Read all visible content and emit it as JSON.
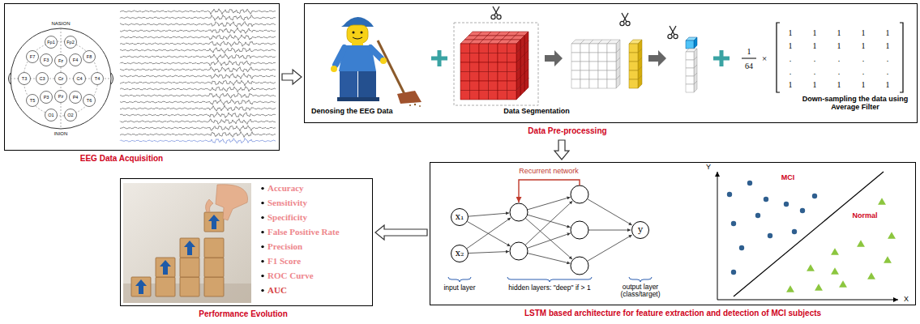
{
  "diagram": {
    "nodes": [
      {
        "text": [
          "EEG Data Acquisition"
        ]
      },
      {
        "text": [
          "Data Pre-processing"
        ]
      },
      {
        "text": [
          "Performance Evolution"
        ]
      },
      {
        "text": [
          "LSTM based architecture for feature extraction and detection of MCI subjects"
        ]
      },
      {
        "text": [
          "x₁"
        ],
        "in": 3
      },
      {
        "text": [
          "x₂"
        ],
        "in": 3
      },
      {
        "text": [
          "y"
        ],
        "in": 3
      }
    ],
    "edges": [
      {
        "from": 0,
        "to": 1,
        "arrow": "to"
      },
      {
        "from": 1,
        "to": 3,
        "arrow": "to"
      },
      {
        "from": 3,
        "to": 2,
        "arrow": "to"
      }
    ],
    "labels": [
      "NASION",
      "INION",
      "Fp1",
      "Fp2",
      "F7",
      "F3",
      "Fz",
      "F4",
      "F8",
      "T3",
      "C3",
      "Cz",
      "C4",
      "T4",
      "T5",
      "P3",
      "Pz",
      "P4",
      "T6",
      "O1",
      "O2",
      "Denosing the EEG Data",
      "Data Segmentation",
      "1",
      "64",
      "×",
      "1",
      "1",
      "1",
      "1",
      "1",
      "1",
      "1",
      "1",
      "1",
      "1",
      ".",
      ".",
      ".",
      ".",
      ".",
      ".",
      ".",
      ".",
      ".",
      ".",
      "1",
      "1",
      "1",
      "1",
      "1",
      "Down-sampling the data using Average Filter",
      "Recurrent network",
      "input layer",
      "hidden layers: \"deep\" if > 1",
      "output layer (class/target)",
      "MCI",
      "Normal",
      "Y",
      "X",
      "Accuracy",
      "Sensitivity",
      "Specificity",
      "False Positive Rate",
      "Precision",
      "F1 Score",
      "ROC Curve",
      "AUC"
    ]
  }
}
